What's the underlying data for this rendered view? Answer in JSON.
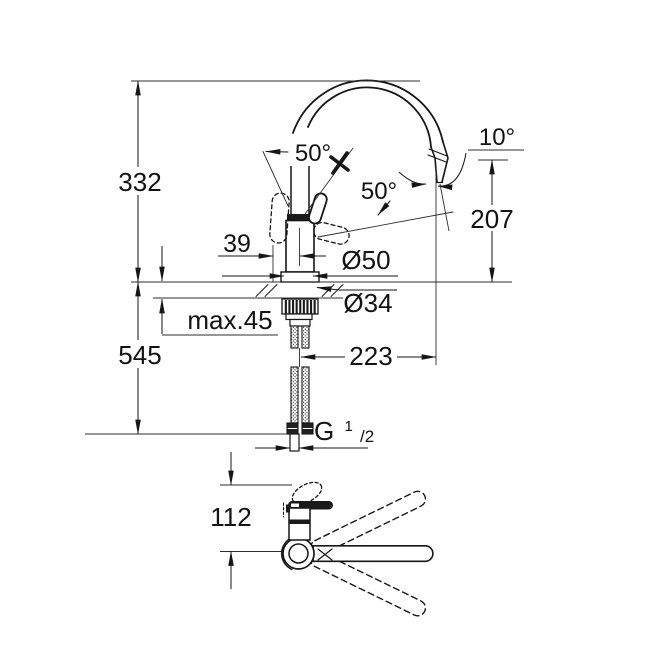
{
  "page": {
    "background": "#ffffff"
  },
  "drawing": {
    "type": "technical-dimension-drawing",
    "subject": "kitchen faucet with high arc spout",
    "line_color": "#1a1a1a",
    "dimensions": {
      "spout_height": "332",
      "total_height": "545",
      "handle_offset": "39",
      "max_deck_thickness": "max.45",
      "body_diameter": "Ø50",
      "mounting_hole_diameter": "Ø34",
      "spout_reach": "223",
      "outlet_clearance": "207",
      "handle_lift_angle": "50°",
      "handle_swing_angle": "50°",
      "outlet_angle": "10°",
      "handle_to_spout_axis": "112",
      "thread_letter": "G",
      "thread_numerator": "1",
      "thread_denominator": "/2"
    }
  }
}
